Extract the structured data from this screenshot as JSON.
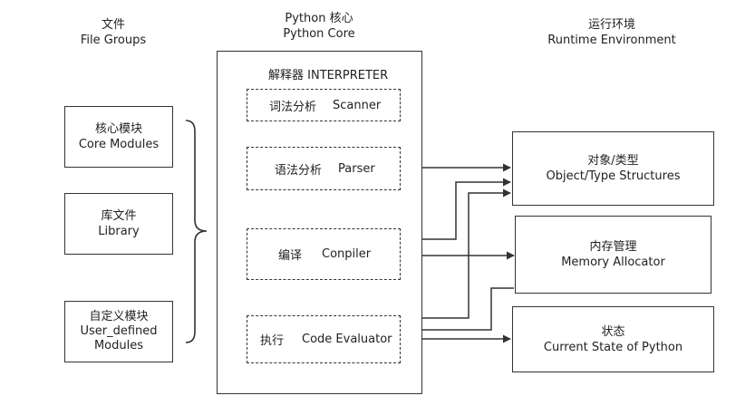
{
  "headers": {
    "files": {
      "zh": "文件",
      "en": "File Groups"
    },
    "core": {
      "zh": "Python 核心",
      "en": "Python Core"
    },
    "runtime": {
      "zh": "运行环境",
      "en": "Runtime Environment"
    }
  },
  "file_groups": [
    {
      "zh": "核心模块",
      "en": "Core Modules"
    },
    {
      "zh": "库文件",
      "en": "Library"
    },
    {
      "zh": "自定义模块",
      "en": "User_defined",
      "en2": "Modules"
    }
  ],
  "interpreter": {
    "label": "解释器 INTERPRETER",
    "stages": [
      {
        "zh": "词法分析",
        "en": "Scanner"
      },
      {
        "zh": "语法分析",
        "en": "Parser"
      },
      {
        "zh": "编译",
        "en": "Conpiler"
      },
      {
        "zh": "执行",
        "en": "Code Evaluator"
      }
    ]
  },
  "runtime": [
    {
      "zh": "对象/类型",
      "en": "Object/Type Structures"
    },
    {
      "zh": "内存管理",
      "en": "Memory Allocator"
    },
    {
      "zh": "状态",
      "en": "Current State of Python"
    }
  ],
  "colors": {
    "stroke": "#333333",
    "background": "#ffffff"
  }
}
